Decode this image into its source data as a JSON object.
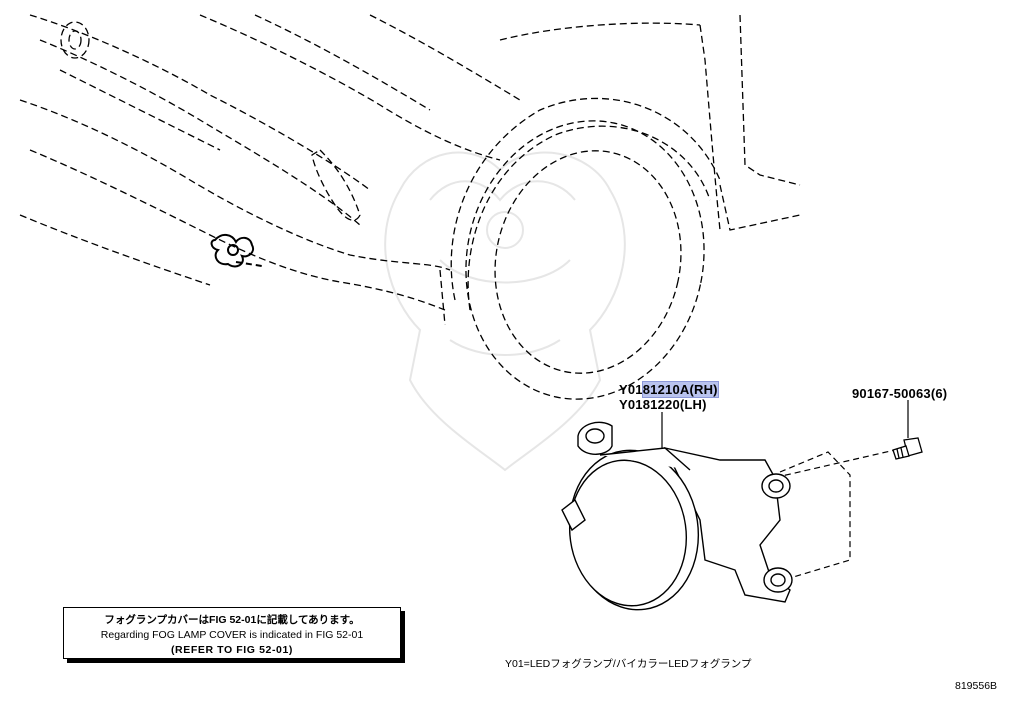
{
  "callouts": {
    "fog_lamp_rh": {
      "prefix": "Y01",
      "number": "81210A(RH)"
    },
    "fog_lamp_lh": "Y0181220(LH)",
    "bolt": "90167-50063(6)"
  },
  "note": {
    "line_ja": "フォグランプカバーはFIG 52-01に記載してあります。",
    "line_en": "Regarding FOG LAMP COVER is indicated in FIG 52-01",
    "reference": "(REFER TO FIG 52-01)"
  },
  "footnote": "Y01=LEDフォグランプ/バイカラーLEDフォグランプ",
  "figure_code": "819556B",
  "colors": {
    "highlight": "#b9c3ee",
    "line": "#000000",
    "watermark": "#e8e8e8"
  }
}
